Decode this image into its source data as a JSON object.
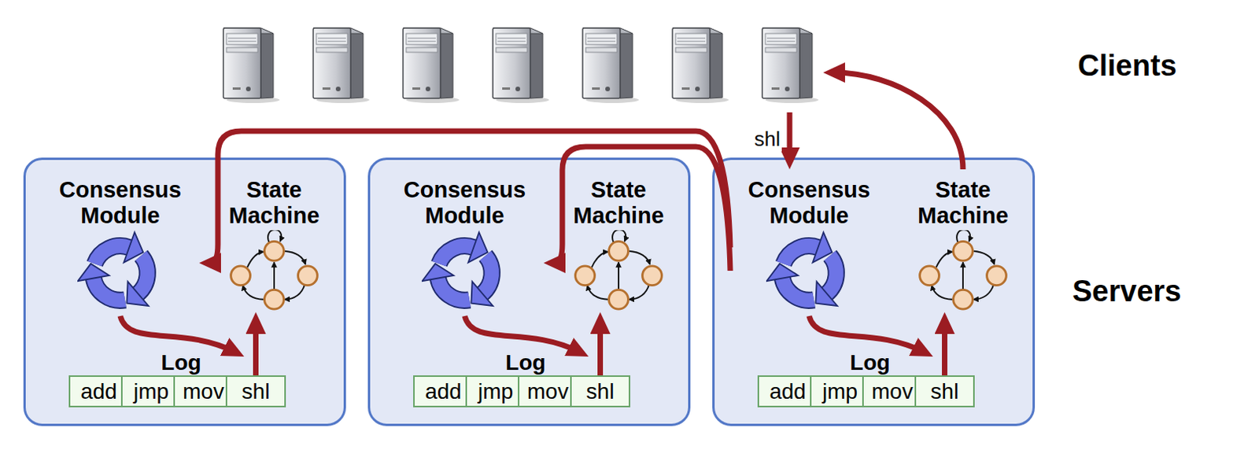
{
  "diagram": {
    "nodes": [
      {
        "text": [
          "Clients"
        ]
      },
      {
        "text": []
      },
      {
        "text": [
          "Consensus Module"
        ],
        "in": 1
      },
      {
        "text": [
          "State Machine"
        ],
        "in": 1
      },
      {
        "text": [
          "Log"
        ],
        "in": 1
      },
      {
        "text": [
          "add"
        ],
        "in": 4
      },
      {
        "text": [
          "jmp"
        ],
        "in": 4
      },
      {
        "text": [
          "mov"
        ],
        "in": 4
      },
      {
        "text": [
          "shl"
        ],
        "in": 4
      },
      {
        "text": []
      },
      {
        "text": [
          "Consensus Module"
        ],
        "in": 9
      },
      {
        "text": [
          "State Machine"
        ],
        "in": 9
      },
      {
        "text": [
          "Log"
        ],
        "in": 9
      },
      {
        "text": [
          "add"
        ],
        "in": 12
      },
      {
        "text": [
          "jmp"
        ],
        "in": 12
      },
      {
        "text": [
          "mov"
        ],
        "in": 12
      },
      {
        "text": [
          "shl"
        ],
        "in": 12
      },
      {
        "text": []
      },
      {
        "text": [
          "Consensus Module"
        ],
        "in": 17
      },
      {
        "text": [
          "State Machine"
        ],
        "in": 17
      },
      {
        "text": [
          "Log"
        ],
        "in": 17
      },
      {
        "text": [
          "add"
        ],
        "in": 20
      },
      {
        "text": [
          "jmp"
        ],
        "in": 20
      },
      {
        "text": [
          "mov"
        ],
        "in": 20
      },
      {
        "text": [
          "shl"
        ],
        "in": 20
      }
    ],
    "edges": [
      {
        "from": 0,
        "to": 18,
        "label": "shl",
        "arrow": "to"
      },
      {
        "from": 18,
        "to": 2,
        "arrow": "to"
      },
      {
        "from": 18,
        "to": 10,
        "arrow": "to"
      },
      {
        "from": 19,
        "to": 0,
        "arrow": "to"
      },
      {
        "from": 2,
        "to": 4,
        "arrow": "to"
      },
      {
        "from": 8,
        "to": 3,
        "arrow": "to"
      },
      {
        "from": 10,
        "to": 12,
        "arrow": "to"
      },
      {
        "from": 16,
        "to": 11,
        "arrow": "to"
      },
      {
        "from": 18,
        "to": 20,
        "arrow": "to"
      },
      {
        "from": 24,
        "to": 19,
        "arrow": "to"
      }
    ],
    "labels": [
      "Servers"
    ]
  }
}
